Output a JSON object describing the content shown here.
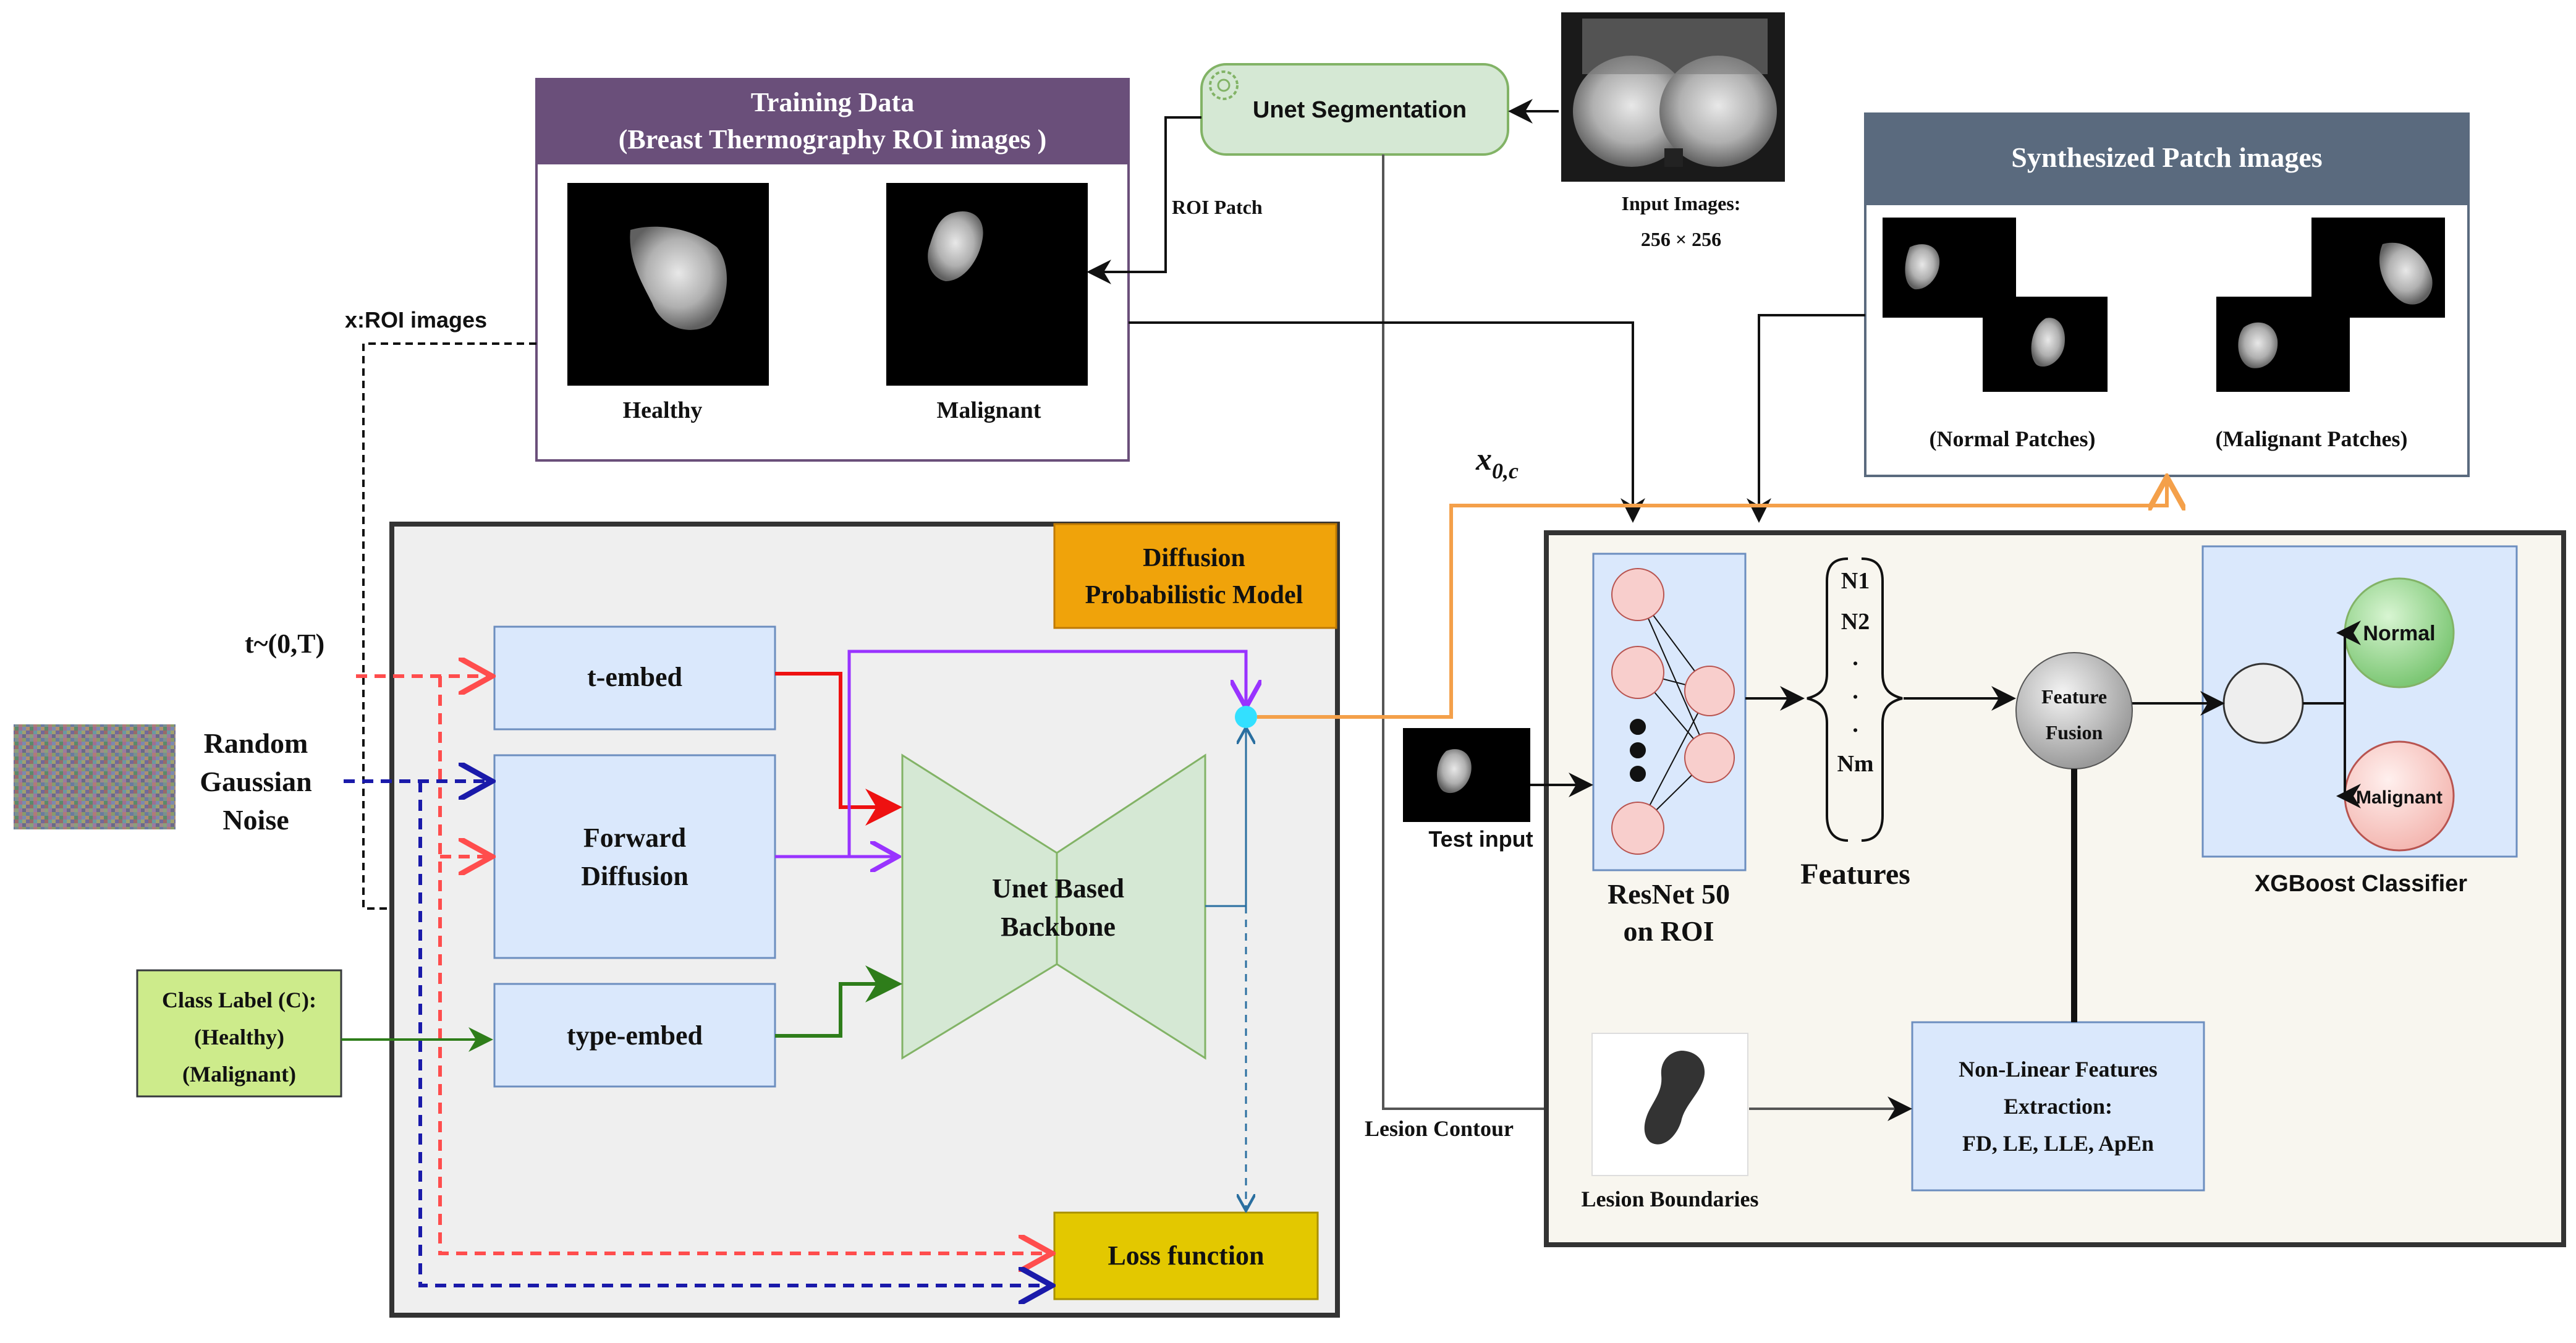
{
  "training": {
    "title_line1": "Training Data",
    "title_line2": "(Breast Thermography ROI images )",
    "healthy_label": "Healthy",
    "malignant_label": "Malignant"
  },
  "unet_segmentation_label": "Unet Segmentation",
  "input_images": {
    "line1": "Input Images:",
    "line2": "256 × 256"
  },
  "roi_patch_label": "ROI Patch",
  "x_roi_label": "x:ROI images",
  "synthesized": {
    "title": "Synthesized  Patch images",
    "normal_label": "(Normal Patches)",
    "malignant_label": "(Malignant Patches)"
  },
  "x0c": {
    "main": "x",
    "sub": "0,c"
  },
  "dpm": {
    "title_line1": "Diffusion",
    "title_line2": "Probabilistic Model",
    "t_embed": "t-embed",
    "forward_line1": "Forward",
    "forward_line2": "Diffusion",
    "type_embed": "type-embed",
    "unet_line1": "Unet Based",
    "unet_line2": "Backbone",
    "loss": "Loss function"
  },
  "t_label": "t~(0,T)",
  "noise": {
    "line1": "Random",
    "line2": "Gaussian",
    "line3": "Noise"
  },
  "class_label": {
    "line1": "Class Label (C):",
    "line2": "(Healthy)",
    "line3": "(Malignant)"
  },
  "classifier": {
    "test_input": "Test input",
    "resnet_line1": "ResNet 50",
    "resnet_line2": "on ROI",
    "features_list": [
      "N1",
      "N2",
      ".",
      ".",
      ".",
      "Nm"
    ],
    "features_label": "Features",
    "fusion_line1": "Feature",
    "fusion_line2": "Fusion",
    "normal": "Normal",
    "malignant": "Malignant",
    "xgboost": "XGBoost Classifier",
    "nonlinear_line1": "Non-Linear Features",
    "nonlinear_line2": "Extraction:",
    "nonlinear_line3": "FD, LE, LLE, ApEn",
    "lesion_boundaries": "Lesion Boundaries",
    "lesion_contour": "Lesion Contour"
  },
  "colors": {
    "purple_header": "#6a4f7a",
    "slate_header": "#5a6a7e",
    "orange": "#f4a04a",
    "dpm_title_bg": "#f0a30a",
    "loss_bg": "#e3c800",
    "embed_bg": "#dae8fc",
    "unet_green": "#d5e8d4",
    "class_label_bg": "#cdeb8b",
    "node_pink": "#f8cecc",
    "normal_green": "#8fd18a",
    "red_dash": "#ff4d4d",
    "blue_dash": "#1a1aaa",
    "purple_line": "#9933ff",
    "green_line": "#2e7d1a",
    "cyan_dot": "#33e0ff"
  }
}
